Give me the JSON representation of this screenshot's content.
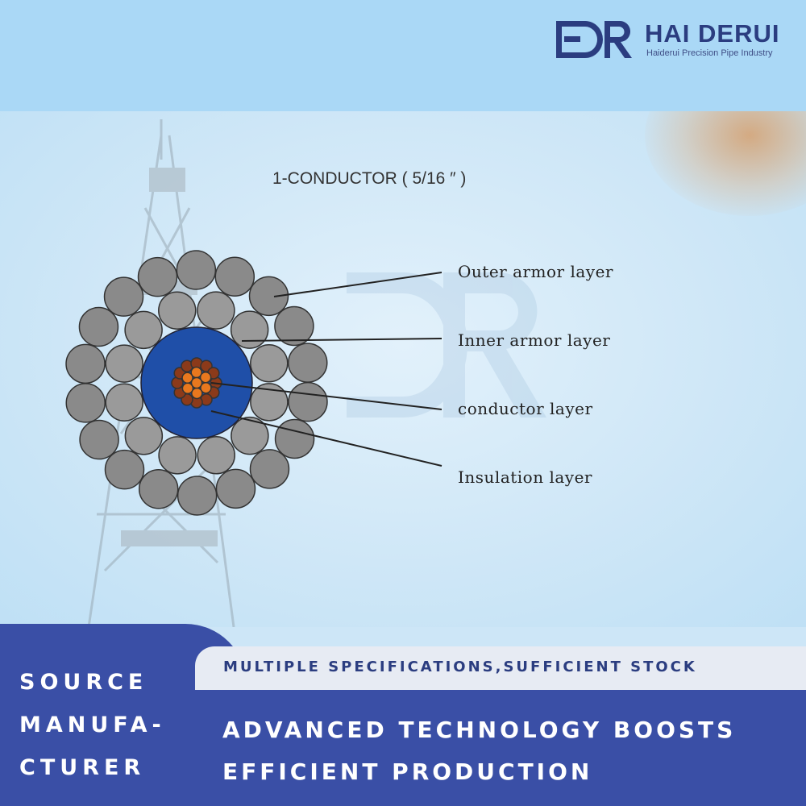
{
  "brand": {
    "mark": "HDR",
    "name": "HAI DERUI",
    "subtitle": "Haiderui Precision Pipe Industry",
    "color": "#2b3d80"
  },
  "diagram": {
    "title": "1-CONDUCTOR ( 5/16 ″ )",
    "callouts": [
      "Outer armor layer",
      "Inner armor layer",
      "conductor layer",
      "Insulation layer"
    ],
    "colors": {
      "armor": "#8a8a8a",
      "insulation": "#1f4fa8",
      "conductor_outer": "#8b3a1a",
      "conductor_inner": "#e8781e"
    }
  },
  "footer": {
    "left_lines": [
      "SOURCE",
      "MANUFA-",
      "CTURER"
    ],
    "bar_text": "MULTIPLE SPECIFICATIONS,SUFFICIENT STOCK",
    "main_lines": [
      "ADVANCED TECHNOLOGY BOOSTS",
      "EFFICIENT PRODUCTION"
    ],
    "accent": "#3a4fa6"
  }
}
